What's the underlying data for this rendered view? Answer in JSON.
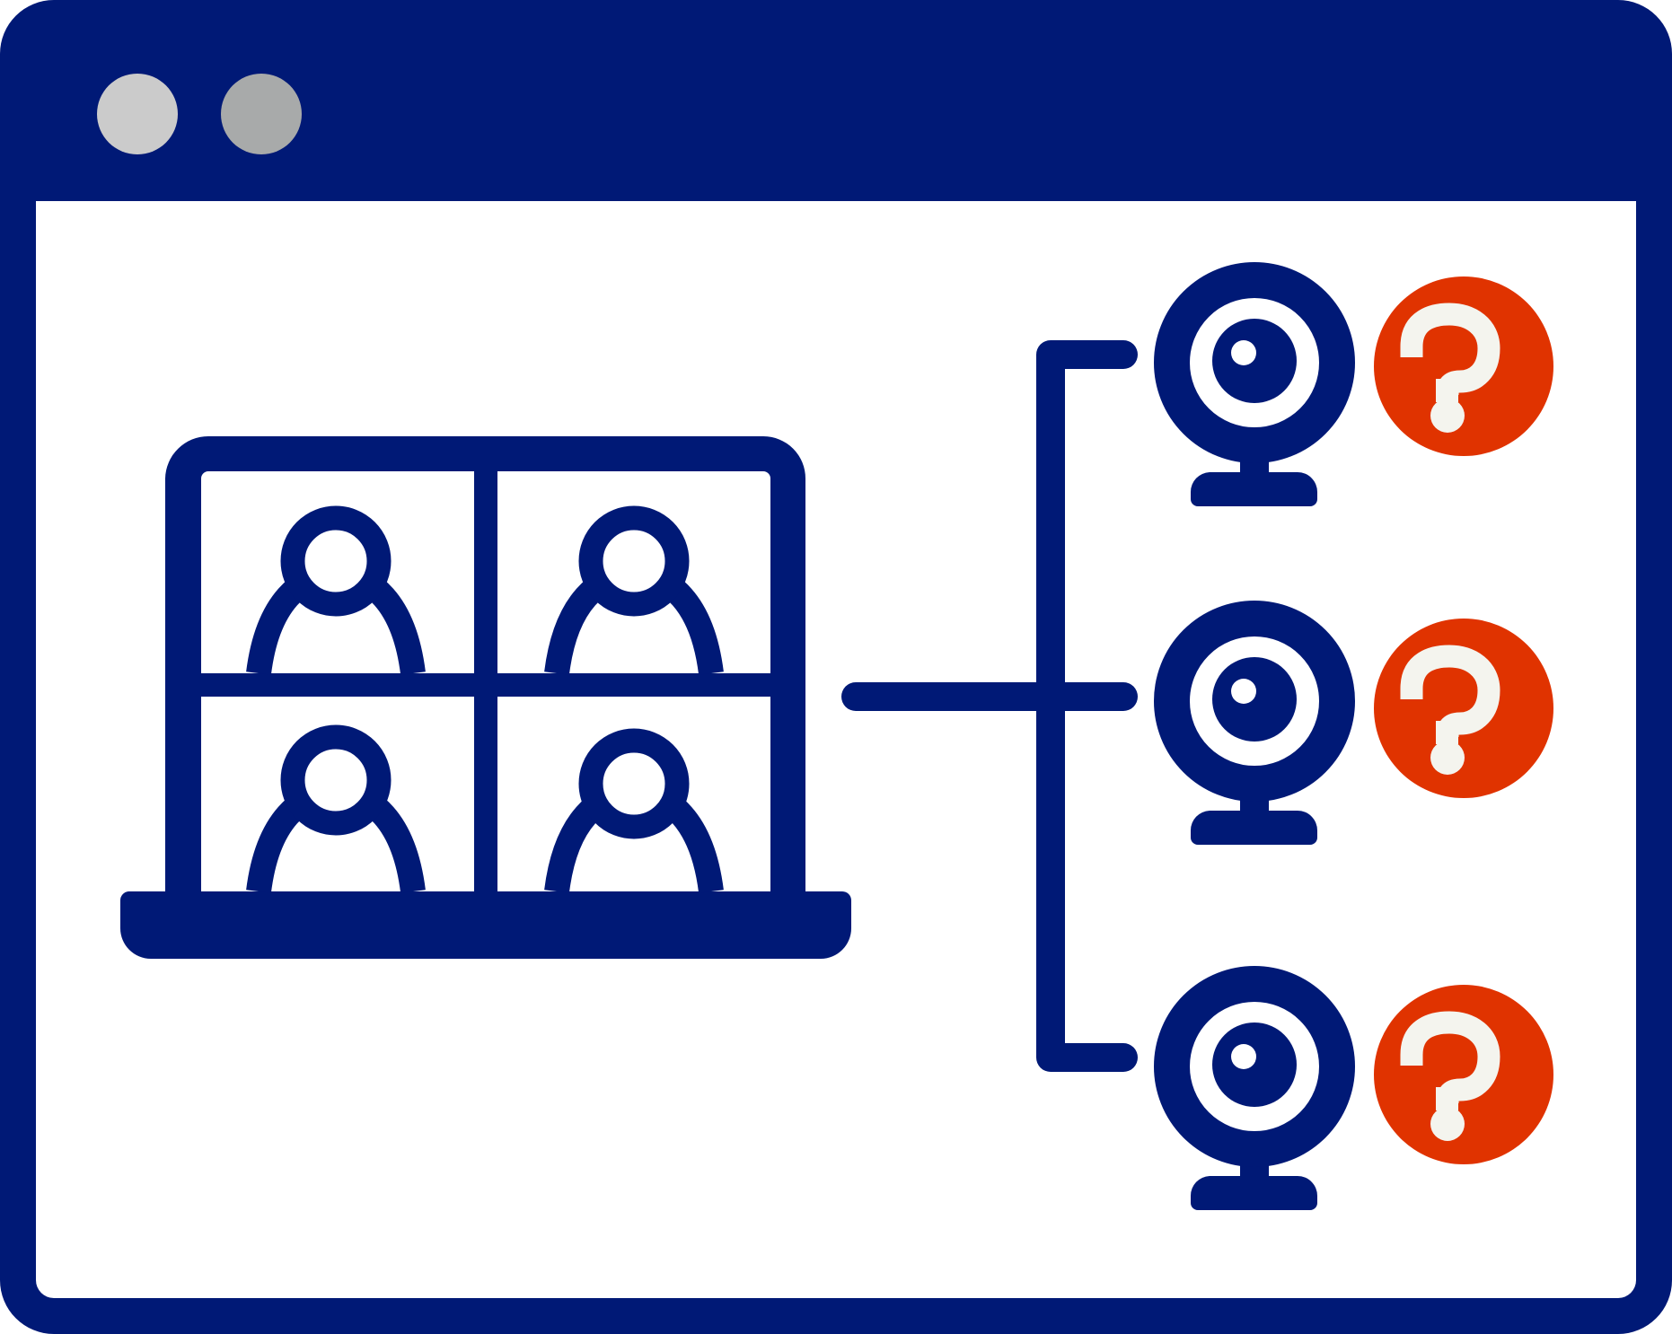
{
  "colors": {
    "navy": "#001976",
    "white": "#ffffff",
    "alert_red": "#e03300",
    "question_mark": "#f4f4ee",
    "window_dot_1": "#cbcbcb",
    "window_dot_2": "#a8aaaa"
  },
  "icons": {
    "window": "browser-window-icon",
    "laptop": "laptop-video-call-icon",
    "participant": "person-icon",
    "webcam": "webcam-icon",
    "unknown": "question-mark-icon",
    "connector": "bracket-connector"
  },
  "participants": [
    {
      "id": "participant-1"
    },
    {
      "id": "participant-2"
    },
    {
      "id": "participant-3"
    },
    {
      "id": "participant-4"
    }
  ],
  "webcams": [
    {
      "id": "webcam-1"
    },
    {
      "id": "webcam-2"
    },
    {
      "id": "webcam-3"
    }
  ]
}
